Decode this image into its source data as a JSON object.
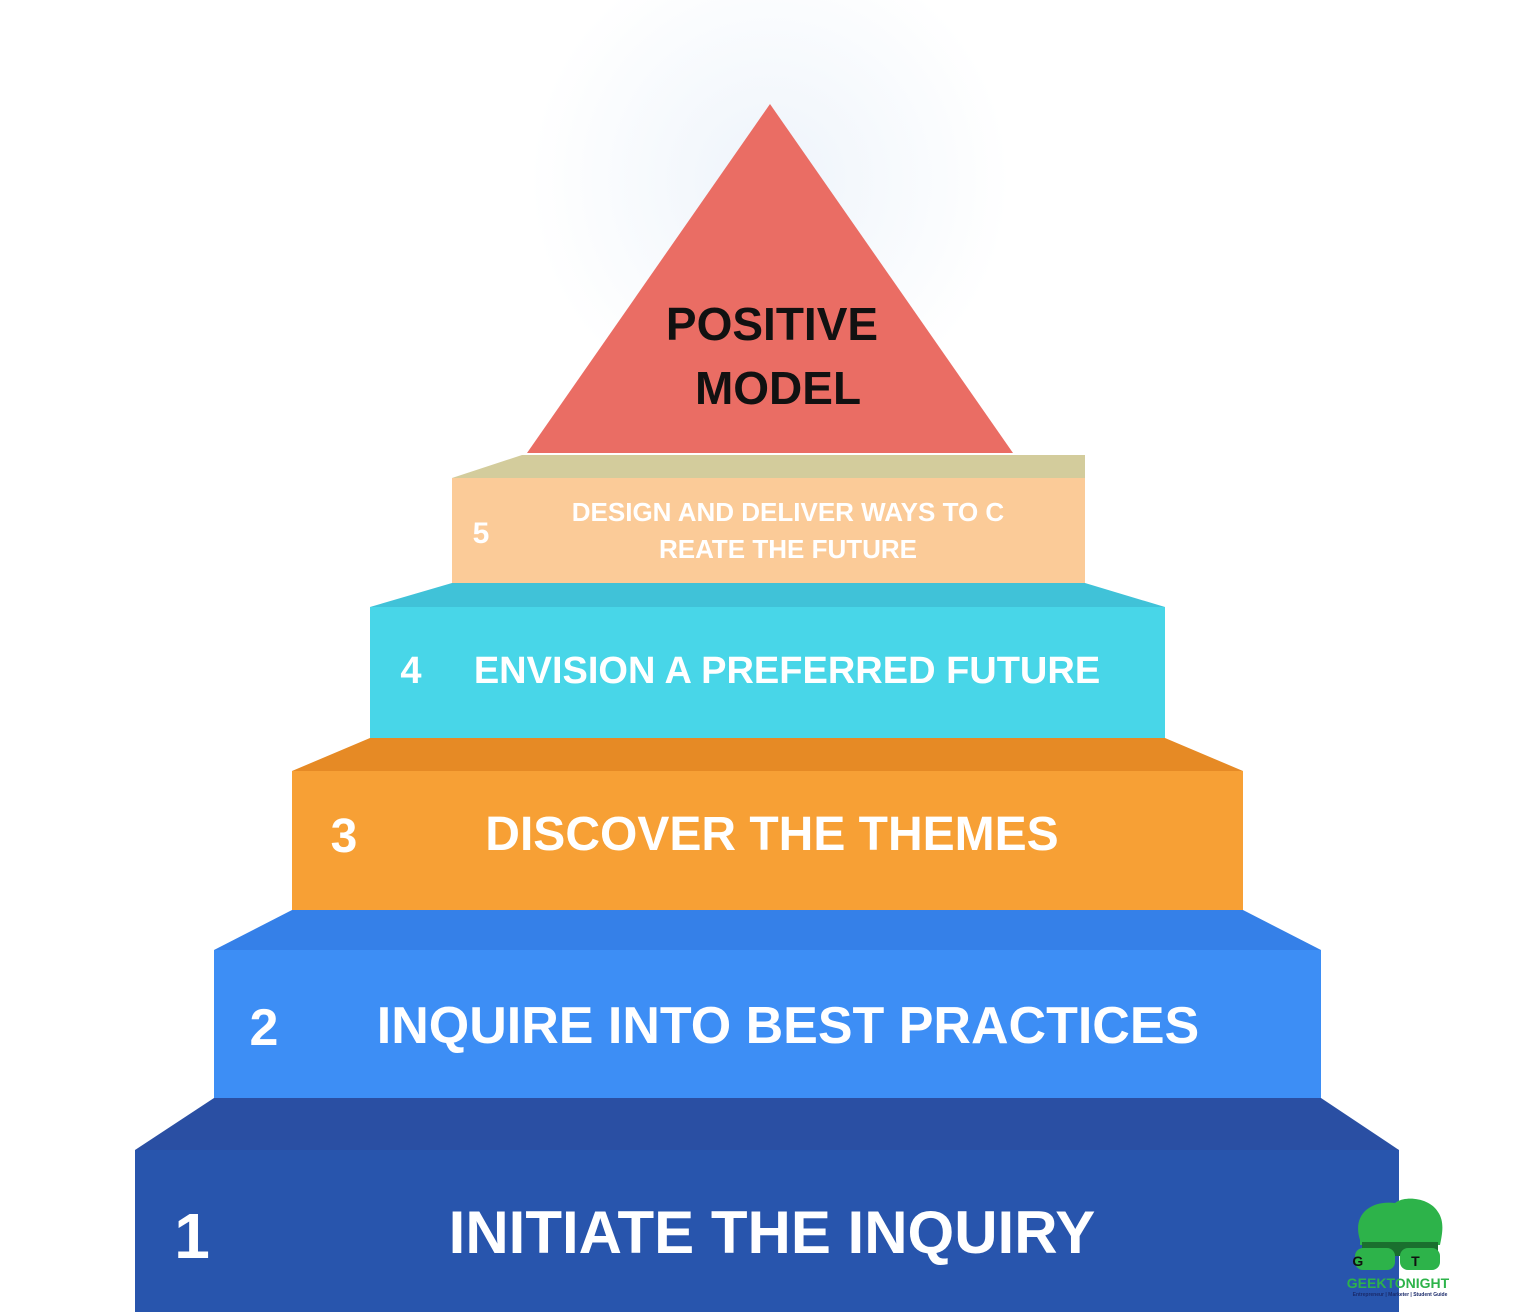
{
  "apex": {
    "line1": "POSITIVE",
    "line2": "MODEL",
    "color": "#ea6d64"
  },
  "steps": [
    {
      "number": "1",
      "label": "INITIATE THE INQUIRY",
      "front": "#2855ad",
      "top": "#2a4fa3"
    },
    {
      "number": "2",
      "label": "INQUIRE INTO BEST PRACTICES",
      "front": "#3d8ef5",
      "top": "#3580e8"
    },
    {
      "number": "3",
      "label": "DISCOVER THE THEMES",
      "front": "#f7a035",
      "top": "#e68a25"
    },
    {
      "number": "4",
      "label": "ENVISION A PREFERRED FUTURE",
      "front": "#48d6e8",
      "top": "#40c2d8"
    },
    {
      "number": "5",
      "label_line1": "DESIGN AND DELIVER WAYS TO C",
      "label_line2": "REATE THE FUTURE",
      "front": "#fbcb98",
      "top": "#d3cc9c"
    }
  ],
  "logo": {
    "initials": "G T",
    "name": "GEEKTONIGHT",
    "tagline": "Entrepreneur | Marketer | Student Guide",
    "color": "#2db34a"
  }
}
